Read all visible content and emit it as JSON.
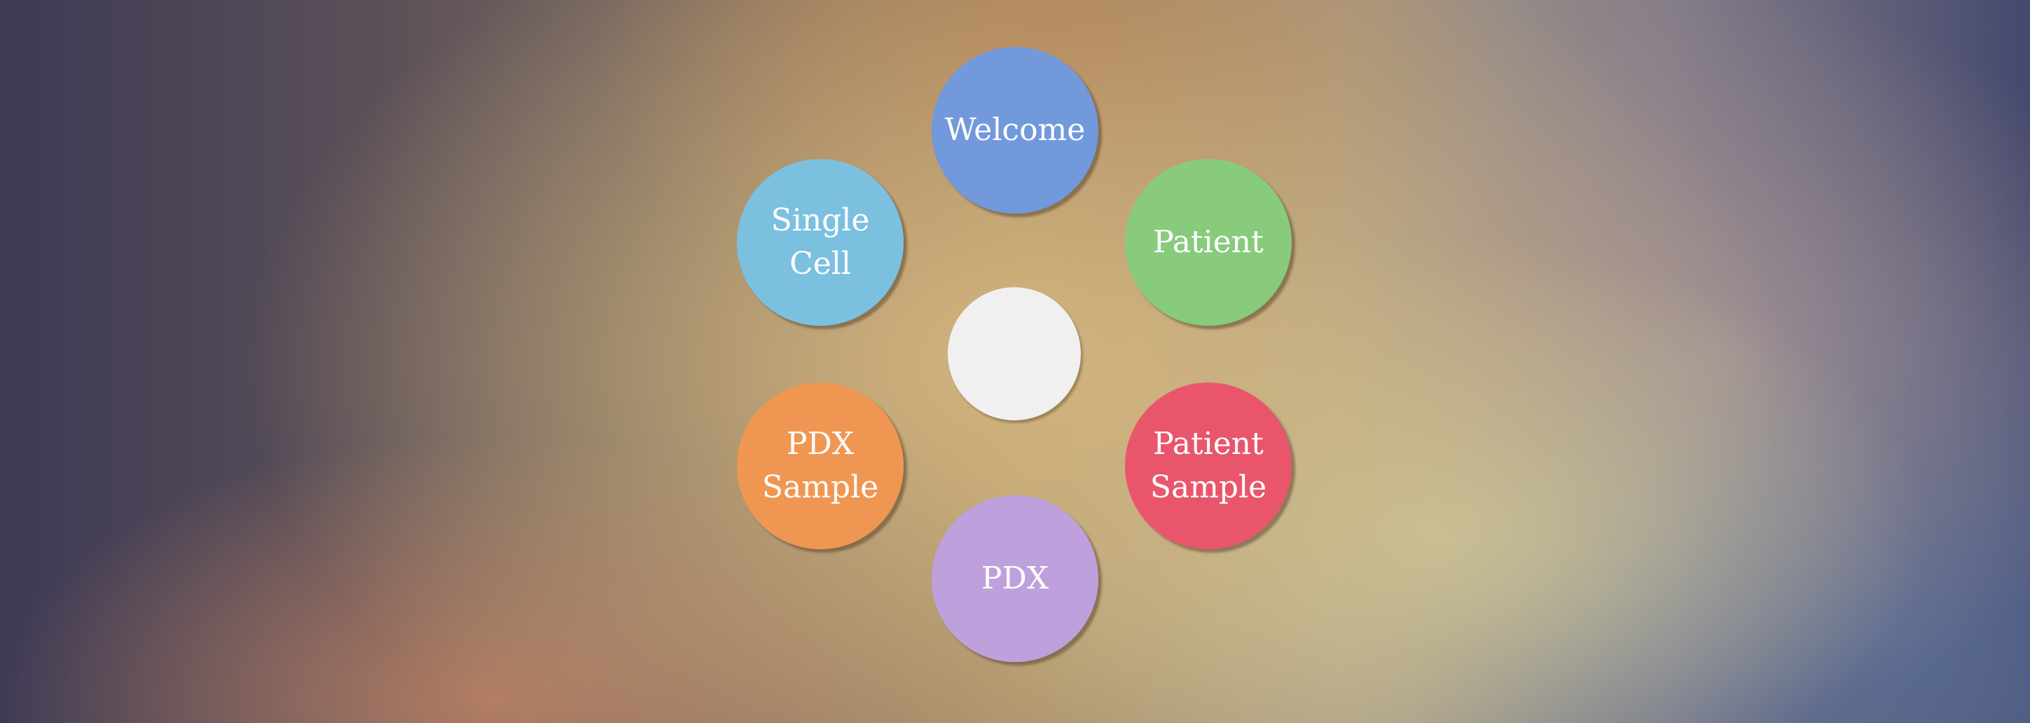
{
  "menu": {
    "center": {
      "color": "#f0f0f0"
    },
    "items": [
      {
        "label": "Welcome",
        "color": "#7199dc"
      },
      {
        "label": "Patient",
        "color": "#88cb7d"
      },
      {
        "label": "Single\nCell",
        "color": "#7cc0e0"
      },
      {
        "label": "PDX\nSample",
        "color": "#ef9752"
      },
      {
        "label": "Patient\nSample",
        "color": "#e9566b"
      },
      {
        "label": "PDX",
        "color": "#bea0dc"
      }
    ]
  }
}
